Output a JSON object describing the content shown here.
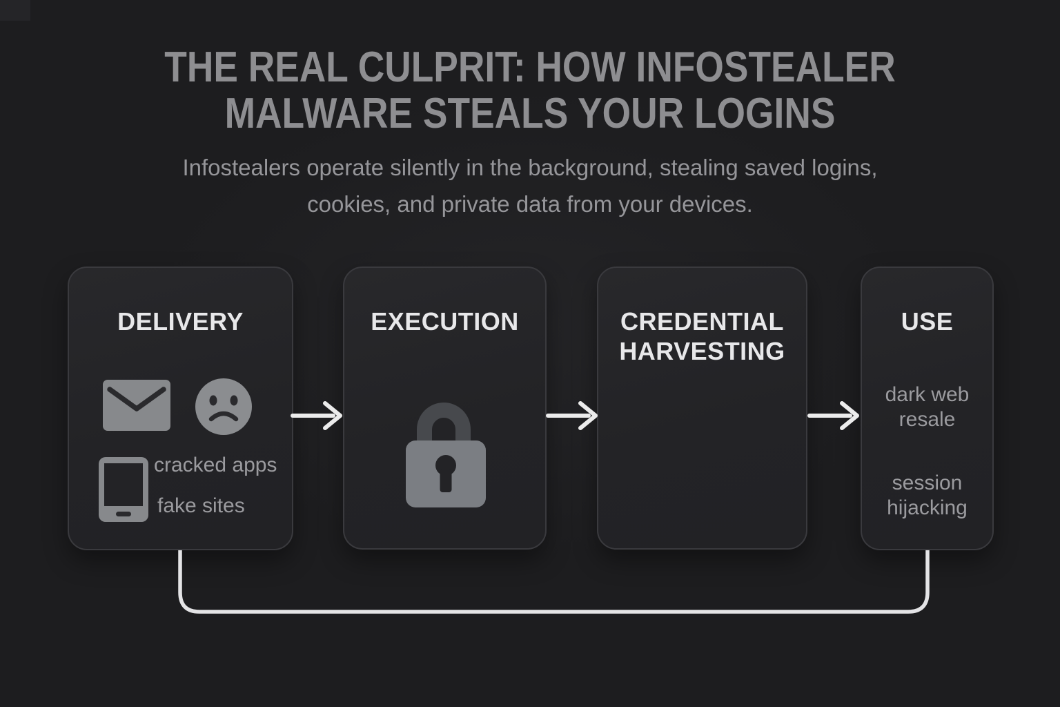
{
  "header": {
    "title_line1": "THE REAL CULPRIT: HOW INFOSTEALER",
    "title_line2": "MALWARE STEALS YOUR LOGINS",
    "subtitle_line1": "Infostealers operate silently in the background, stealing saved logins,",
    "subtitle_line2": "cookies, and private data from your devices."
  },
  "flow": {
    "stages": [
      {
        "id": "delivery",
        "title": "DELIVERY",
        "icons": [
          "envelope-icon",
          "sad-face-icon",
          "phone-icon"
        ],
        "items": [
          "cracked apps",
          "fake sites"
        ]
      },
      {
        "id": "execution",
        "title": "EXECUTION",
        "icons": [
          "padlock-icon"
        ],
        "items": []
      },
      {
        "id": "credential-harvesting",
        "title_lines": [
          "CREDENTIAL",
          "HARVESTING"
        ],
        "icons": [],
        "items": []
      },
      {
        "id": "use",
        "title": "USE",
        "icons": [],
        "items": [
          "dark web resale",
          "session hijacking"
        ]
      }
    ],
    "connectors": [
      "arrow-right",
      "arrow-right",
      "arrow-right",
      "feedback-loop-to-delivery"
    ]
  },
  "colors": {
    "background": "#1d1d1f",
    "card_fill": "#242427",
    "card_border": "#3a3a3e",
    "heading": "#8e8e91",
    "subtitle": "#96969a",
    "card_title": "#e8e8ea",
    "body_text": "#9b9b9f",
    "icon_gray": "#87898c",
    "icon_dark": "#2a2a2d",
    "arrow": "#ececec",
    "loop_line": "#e4e4e6",
    "lock_body": "#7b7e83",
    "lock_shackle": "#47494d"
  }
}
